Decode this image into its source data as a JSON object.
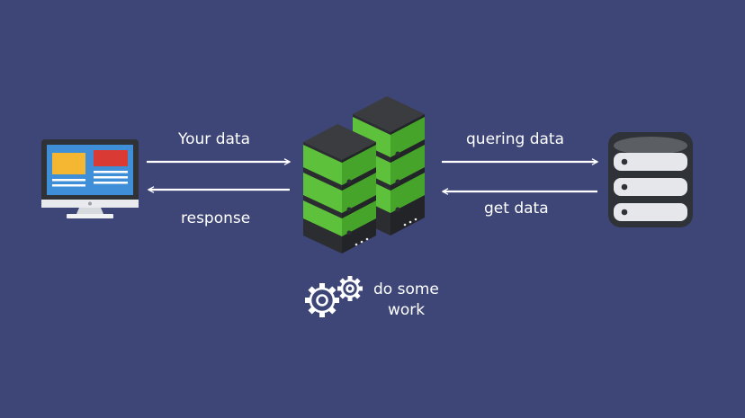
{
  "labels": {
    "request": "Your data",
    "response": "response",
    "query": "quering data",
    "result": "get data",
    "work_line1": "do some",
    "work_line2": "work"
  },
  "nodes": [
    {
      "id": "client",
      "icon": "computer-monitor-icon"
    },
    {
      "id": "server",
      "icon": "server-rack-icon"
    },
    {
      "id": "database",
      "icon": "database-icon"
    },
    {
      "id": "processing",
      "icon": "gears-icon"
    }
  ],
  "colors": {
    "background": "#3d4677",
    "server_green": "#5ec13c",
    "server_dark": "#2f3236",
    "panel_yellow": "#f5b731",
    "panel_red": "#d93b34",
    "screen_blue": "#3f8fd8",
    "arrow": "#ffffff"
  }
}
